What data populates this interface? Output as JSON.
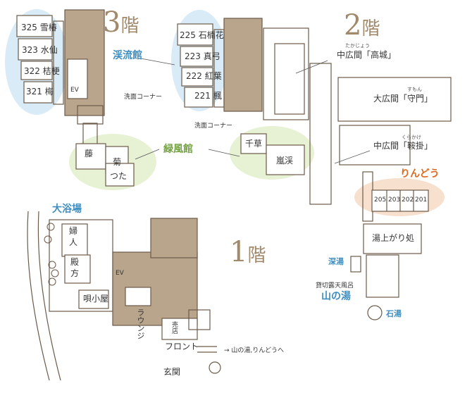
{
  "floors": {
    "f3": {
      "title_num": "3",
      "title_kanji": "階",
      "rooms": [
        "325 雪椿",
        "323 水仙",
        "322 桔梗",
        "321 梅"
      ],
      "wing_keiryu": "渓流館",
      "wing_ryokufu_rooms": [
        "藤",
        "菊",
        "つた"
      ],
      "ev": "EV",
      "washroom": "洗面コーナー"
    },
    "f2": {
      "title_num": "2",
      "title_kanji": "階",
      "rooms": [
        "225 石楠花",
        "223 真弓",
        "222 紅葉",
        "221 楓"
      ],
      "washroom": "洗面コーナー",
      "wing_ryokufu_rooms": [
        "千草",
        "嵐渓"
      ],
      "hall_takashiro_ruby": "たかじょう",
      "hall_takashiro": "中広間「高城」",
      "hall_shumon_ruby": "すもん",
      "hall_shumon": "大広間「守門」",
      "hall_kurakake_ruby": "くらかけ",
      "hall_kurakake": "中広間「鞍掛」",
      "wing_rindou": "りんどう",
      "rindou_rooms": [
        "205",
        "203",
        "202",
        "201"
      ]
    },
    "f1": {
      "title_num": "1",
      "title_kanji": "階",
      "bath_big": "大浴場",
      "women": [
        "婦",
        "人"
      ],
      "men": [
        "殿",
        "方"
      ],
      "ev": "EV",
      "utagoya": "唄小屋",
      "lounge": "ラウンジ",
      "shop": "売店",
      "front": "フロント",
      "entrance": "玄関",
      "to_yama": "→ 山の湯,りんどうへ"
    }
  },
  "legend_wings": {
    "keiryu": "渓流館",
    "ryokufu": "緑風館"
  },
  "yama": {
    "yuagari": "湯上がり処",
    "shinyu": "深湯",
    "kashikiri": "貸切露天風呂",
    "yamanoyu": "山の湯",
    "ishiyu": "石湯"
  },
  "colors": {
    "blue_zone": "#d8ebf7",
    "green_zone": "#e7f1d3",
    "orange_zone": "#f8e0cf",
    "tan_fill": "#b9a58c",
    "wall": "#6b5a4a",
    "accent_blue": "#3e8ec0",
    "accent_green": "#73a23f",
    "accent_orange": "#de6a1f"
  }
}
